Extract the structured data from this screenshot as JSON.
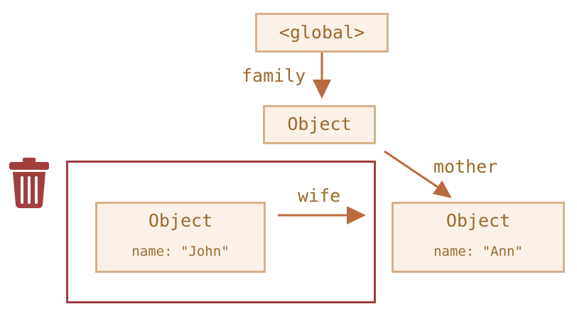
{
  "colors": {
    "node_fill": "#fbf1e8",
    "node_border": "#d9b18c",
    "text": "#9c6a2d",
    "arrow": "#b96a3f",
    "unreachable_frame": "#a13e3e",
    "trash_icon": "#a13e3e"
  },
  "nodes": {
    "global": {
      "title": "<global>"
    },
    "family": {
      "title": "Object"
    },
    "john": {
      "title": "Object",
      "prop": "name: \"John\""
    },
    "ann": {
      "title": "Object",
      "prop": "name: \"Ann\""
    }
  },
  "edges": {
    "family": "family",
    "mother": "mother",
    "wife": "wife"
  },
  "icons": {
    "trash": "trash-icon"
  }
}
